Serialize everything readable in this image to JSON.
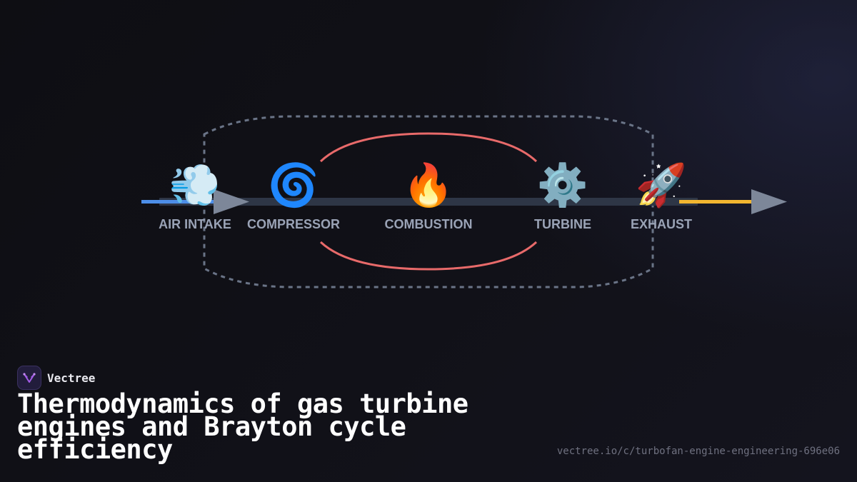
{
  "diagram": {
    "stages": [
      {
        "id": "air-intake",
        "label": "AIR INTAKE",
        "icon": "💨",
        "icon_name": "wind-icon"
      },
      {
        "id": "compressor",
        "label": "COMPRESSOR",
        "icon": "🌀",
        "icon_name": "cyclone-icon"
      },
      {
        "id": "combustion",
        "label": "COMBUSTION",
        "icon": "🔥",
        "icon_name": "fire-icon"
      },
      {
        "id": "turbine",
        "label": "TURBINE",
        "icon": "⚙️",
        "icon_name": "gear-icon"
      },
      {
        "id": "exhaust",
        "label": "EXHAUST",
        "icon": "🚀",
        "icon_name": "rocket-icon"
      }
    ],
    "colors": {
      "intake_flow": "#4d8ee8",
      "exhaust_flow": "#f2b630",
      "combustion_loop": "#e86a6a",
      "engine_outline": "#6a7487",
      "shaft": "#2e3646",
      "arrowhead": "#7d8799",
      "label": "#9aa3b6"
    }
  },
  "brand": {
    "name": "Vectree",
    "accent": "#a45de8"
  },
  "title": "Thermodynamics of gas turbine engines and Brayton cycle efficiency",
  "url": "vectree.io/c/turbofan-engine-engineering-696e06"
}
